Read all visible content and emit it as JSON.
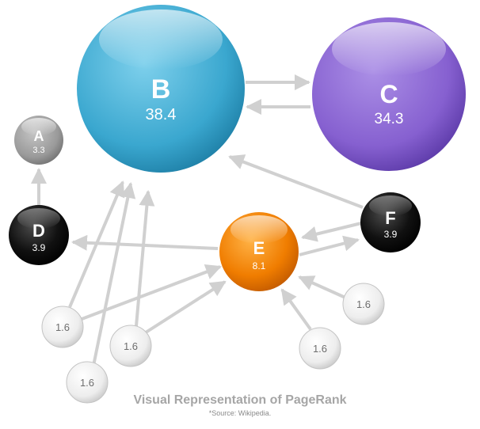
{
  "diagram": {
    "title": "Visual Representation of PageRank",
    "source": "*Source: Wikipedia.",
    "nodes": {
      "B": {
        "label": "B",
        "score": "38.4"
      },
      "C": {
        "label": "C",
        "score": "34.3"
      },
      "A": {
        "label": "A",
        "score": "3.3"
      },
      "D": {
        "label": "D",
        "score": "3.9"
      },
      "E": {
        "label": "E",
        "score": "8.1"
      },
      "F": {
        "label": "F",
        "score": "3.9"
      },
      "s1": {
        "score": "1.6"
      },
      "s2": {
        "score": "1.6"
      },
      "s3": {
        "score": "1.6"
      },
      "s4": {
        "score": "1.6"
      },
      "s5": {
        "score": "1.6"
      }
    },
    "colors": {
      "B": "#3aa7cf",
      "C": "#8660d0",
      "A": "#9a9a9a",
      "D": "#111111",
      "E": "#f07d00",
      "F": "#111111",
      "small": "#f0f0f0",
      "arrow": "#d0d0d0"
    }
  }
}
